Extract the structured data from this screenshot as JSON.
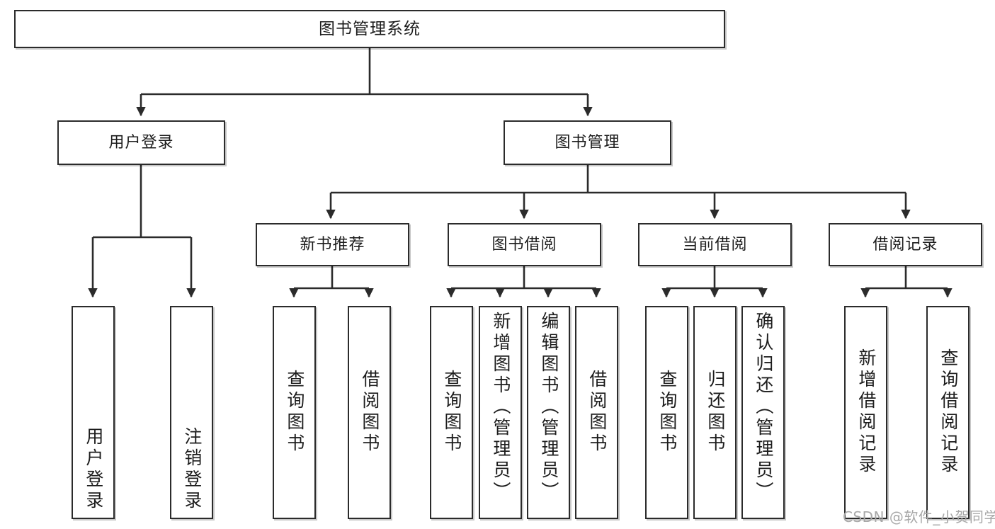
{
  "diagram": {
    "title": "图书管理系统",
    "type": "tree-structure-chart",
    "watermark": "CSDN @软件_小贺同学",
    "colors": {
      "box_border": "#2b2b2b",
      "box_fill": "#ffffff",
      "edge": "#2b2b2b",
      "text": "#1c1c1c",
      "watermark": "#a8a8a8"
    },
    "nodes": {
      "root": "图书管理系统",
      "level1": [
        "用户登录",
        "图书管理"
      ],
      "level2": [
        "新书推荐",
        "图书借阅",
        "当前借阅",
        "借阅记录"
      ],
      "leaves": {
        "user_login": [
          "用户登录",
          "注销登录"
        ],
        "new_book_recommend": [
          "查询图书",
          "借阅图书"
        ],
        "book_borrow": [
          "查询图书",
          "新增图书（管理员）",
          "编辑图书（管理员）",
          "借阅图书"
        ],
        "current_borrow": [
          "查询图书",
          "归还图书",
          "确认归还（管理员）"
        ],
        "borrow_record": [
          "新增借阅记录",
          "查询借阅记录"
        ]
      }
    },
    "edges": [
      {
        "from": "图书管理系统",
        "to": "用户登录"
      },
      {
        "from": "图书管理系统",
        "to": "图书管理"
      },
      {
        "from": "用户登录",
        "to": "用户登录(leaf)"
      },
      {
        "from": "用户登录",
        "to": "注销登录"
      },
      {
        "from": "图书管理",
        "to": "新书推荐"
      },
      {
        "from": "图书管理",
        "to": "图书借阅"
      },
      {
        "from": "图书管理",
        "to": "当前借阅"
      },
      {
        "from": "图书管理",
        "to": "借阅记录"
      },
      {
        "from": "新书推荐",
        "to": "查询图书"
      },
      {
        "from": "新书推荐",
        "to": "借阅图书"
      },
      {
        "from": "图书借阅",
        "to": "查询图书"
      },
      {
        "from": "图书借阅",
        "to": "新增图书（管理员）"
      },
      {
        "from": "图书借阅",
        "to": "编辑图书（管理员）"
      },
      {
        "from": "图书借阅",
        "to": "借阅图书"
      },
      {
        "from": "当前借阅",
        "to": "查询图书"
      },
      {
        "from": "当前借阅",
        "to": "归还图书"
      },
      {
        "from": "当前借阅",
        "to": "确认归还（管理员）"
      },
      {
        "from": "借阅记录",
        "to": "新增借阅记录"
      },
      {
        "from": "借阅记录",
        "to": "查询借阅记录"
      }
    ]
  }
}
